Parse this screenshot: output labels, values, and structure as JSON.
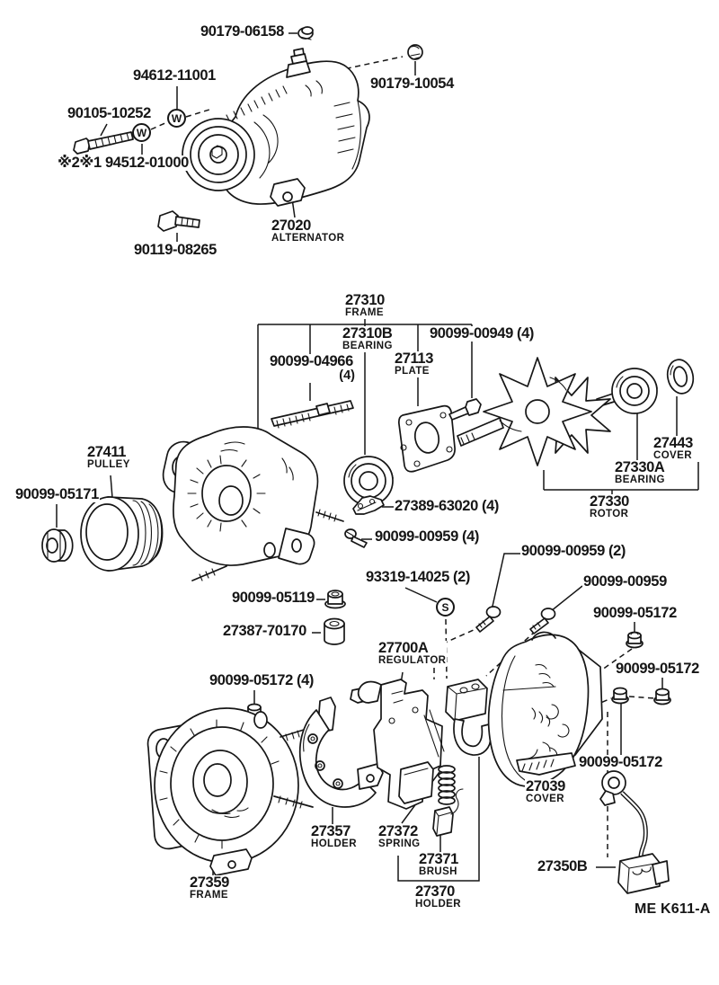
{
  "diagram": {
    "footer_code": "ME K611-A",
    "colors": {
      "ink": "#161616",
      "paper": "#ffffff"
    },
    "symbols": {
      "washer": "W",
      "screw": "S"
    },
    "labels": [
      {
        "number": "90179-06158"
      },
      {
        "number": "94612-11001"
      },
      {
        "number": "90179-10054"
      },
      {
        "number": "90105-10252"
      },
      {
        "number": "※2※1 94512-01000"
      },
      {
        "number": "27020",
        "name": "ALTERNATOR"
      },
      {
        "number": "90119-08265"
      },
      {
        "number": "27310",
        "name": "FRAME"
      },
      {
        "number": "27310B",
        "name": "BEARING"
      },
      {
        "number": "90099-00949 (4)"
      },
      {
        "number": "90099-04966",
        "qty": "(4)"
      },
      {
        "number": "27113",
        "name": "PLATE"
      },
      {
        "number": "27411",
        "name": "PULLEY"
      },
      {
        "number": "90099-05171"
      },
      {
        "number": "27443",
        "name": "COVER"
      },
      {
        "number": "27330A",
        "name": "BEARING"
      },
      {
        "number": "27330",
        "name": "ROTOR"
      },
      {
        "number": "27389-63020 (4)"
      },
      {
        "number": "90099-00959 (4)"
      },
      {
        "number": "90099-00959 (2)"
      },
      {
        "number": "93319-14025 (2)"
      },
      {
        "number": "90099-00959"
      },
      {
        "number": "90099-05119"
      },
      {
        "number": "90099-05172"
      },
      {
        "number": "27387-70170"
      },
      {
        "number": "27700A",
        "name": "REGULATOR"
      },
      {
        "number": "90099-05172 (4)"
      },
      {
        "number": "90099-05172"
      },
      {
        "number": "90099-05172"
      },
      {
        "number": "27039",
        "name": "COVER"
      },
      {
        "number": "27357",
        "name": "HOLDER"
      },
      {
        "number": "27372",
        "name": "SPRING"
      },
      {
        "number": "27371",
        "name": "BRUSH"
      },
      {
        "number": "27370",
        "name": "HOLDER"
      },
      {
        "number": "27359",
        "name": "FRAME"
      },
      {
        "number": "27350B"
      }
    ]
  }
}
